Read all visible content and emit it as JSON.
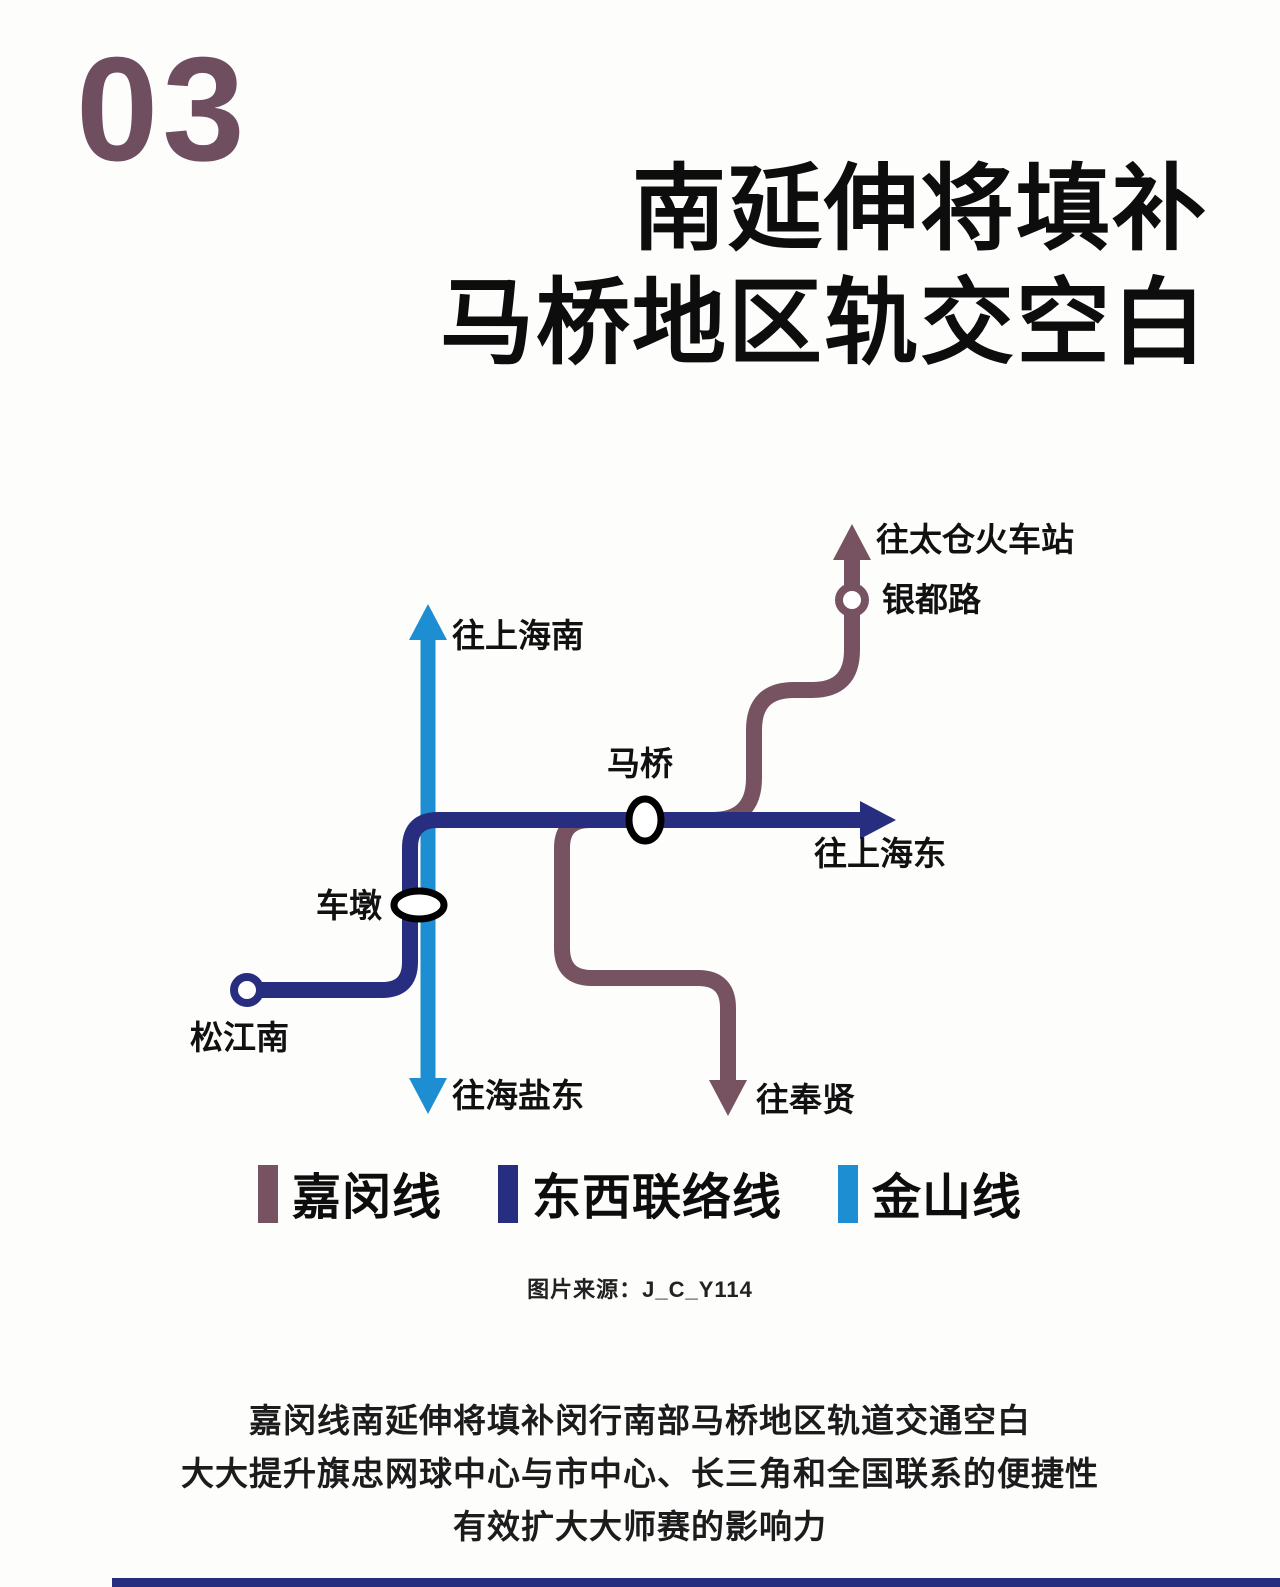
{
  "page_number": "03",
  "title": {
    "line1": "南延伸将填补",
    "line2": "马桥地区轨交空白"
  },
  "colors": {
    "jiamin_line": "#775362",
    "eastwest_line": "#282e7f",
    "jinshan_line": "#1e8ed2",
    "title_text": "#0d0d0d"
  },
  "map": {
    "stations": [
      {
        "id": "yindulu",
        "label": "银都路"
      },
      {
        "id": "maqiao",
        "label": "马桥"
      },
      {
        "id": "chedun",
        "label": "车墩"
      },
      {
        "id": "songjiangnan",
        "label": "松江南"
      }
    ],
    "directions": [
      {
        "id": "taicang",
        "label": "往太仓火车站"
      },
      {
        "id": "shanghainan",
        "label": "往上海南"
      },
      {
        "id": "shanghaidong",
        "label": "往上海东"
      },
      {
        "id": "haiyandong",
        "label": "往海盐东"
      },
      {
        "id": "fengxian",
        "label": "往奉贤"
      }
    ]
  },
  "legend": [
    {
      "label": "嘉闵线",
      "color": "#775362"
    },
    {
      "label": "东西联络线",
      "color": "#282e7f"
    },
    {
      "label": "金山线",
      "color": "#1e8ed2"
    }
  ],
  "source": "图片来源：J_C_Y114",
  "paragraph": {
    "line1": "嘉闵线南延伸将填补闵行南部马桥地区轨道交通空白",
    "line2": "大大提升旗忠网球中心与市中心、长三角和全国联系的便捷性",
    "line3": "有效扩大大师赛的影响力"
  }
}
